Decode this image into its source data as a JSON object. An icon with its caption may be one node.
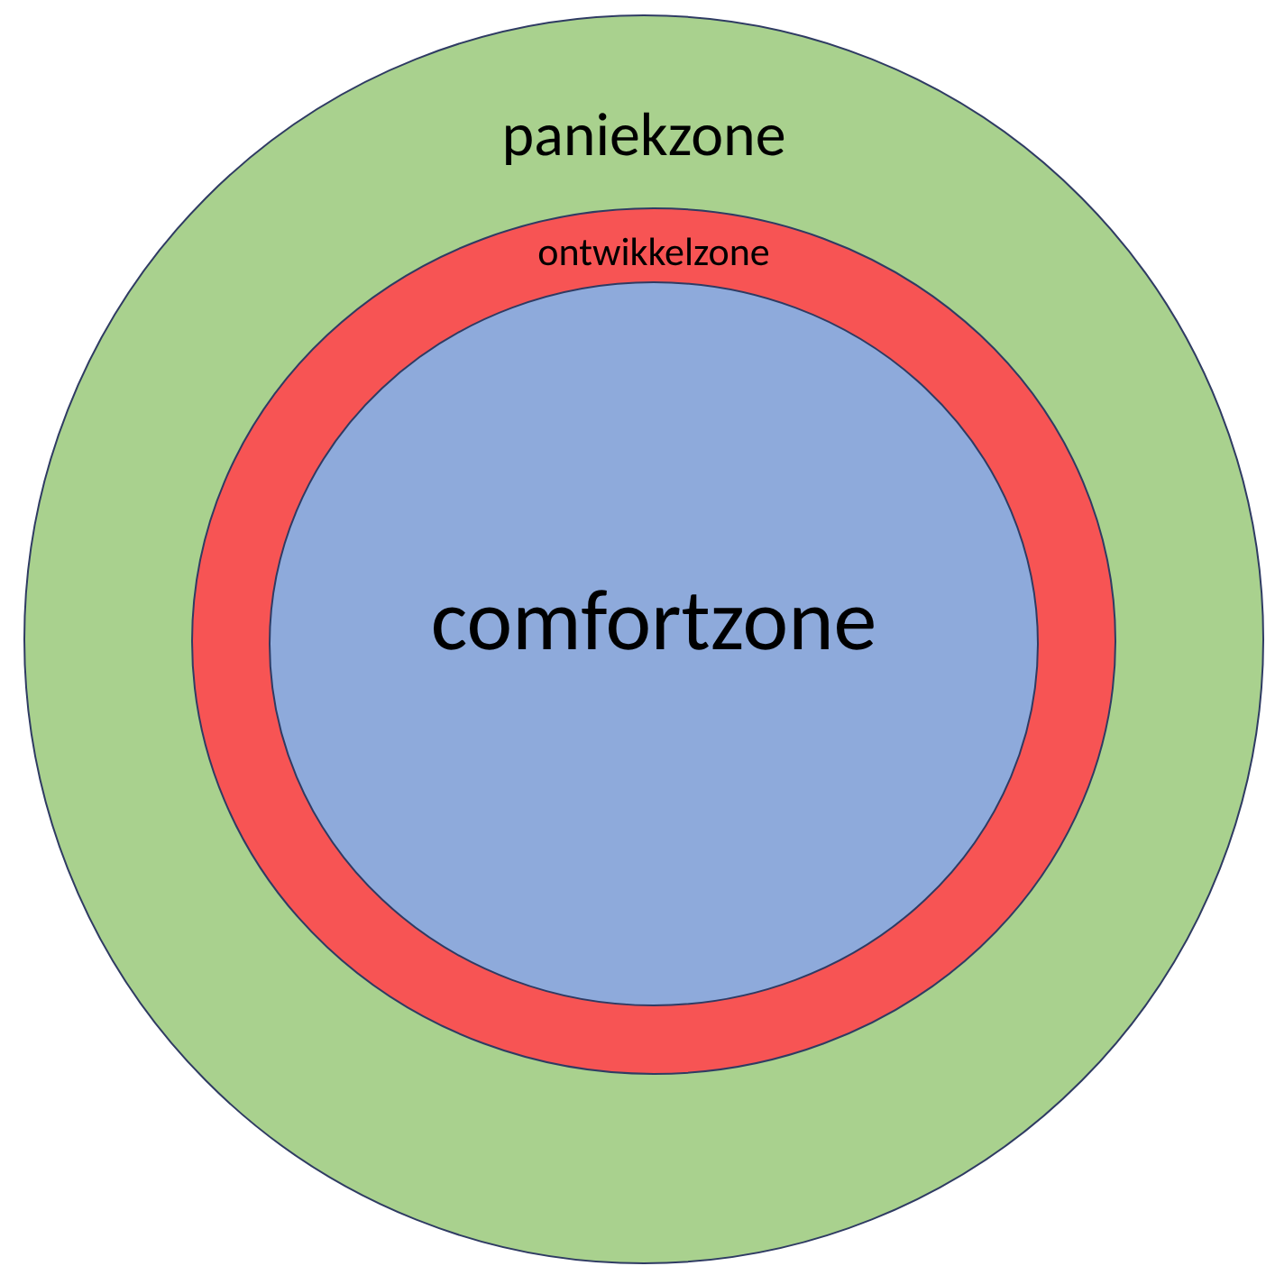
{
  "diagram": {
    "nodes": [
      {
        "text": [
          "paniekzone"
        ]
      },
      {
        "text": [
          "ontwikkelzone"
        ],
        "in": 0
      },
      {
        "text": [
          "comfortzone"
        ],
        "in": 1
      }
    ]
  }
}
